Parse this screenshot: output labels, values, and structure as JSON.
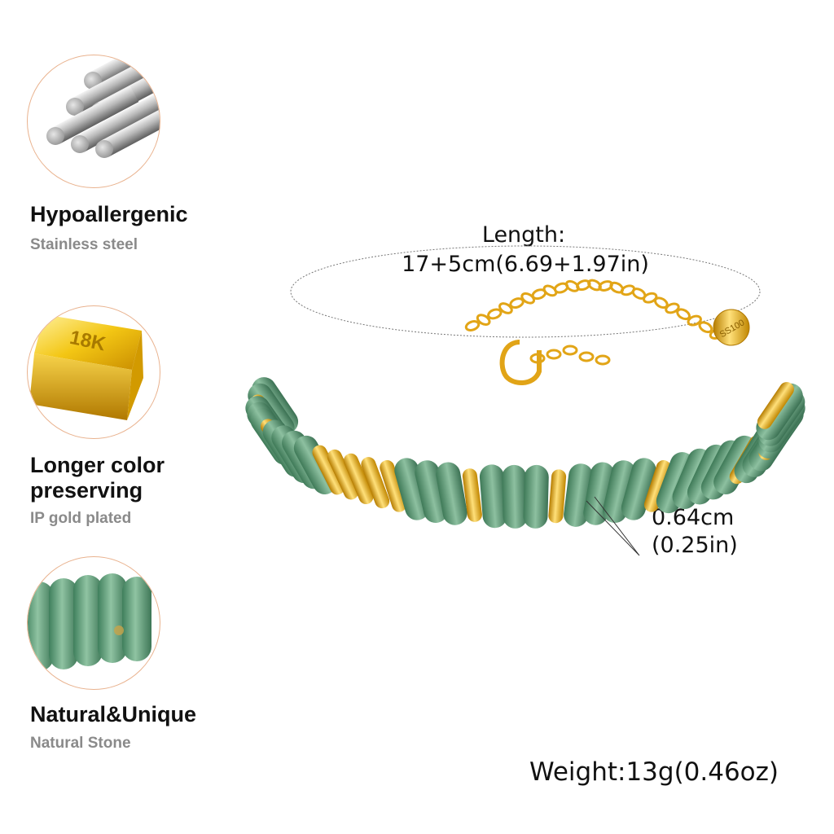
{
  "features": [
    {
      "icon": "steel-rods-icon",
      "title": "Hypoallergenic",
      "subtitle": "Stainless steel"
    },
    {
      "icon": "gold-bar-icon",
      "title": "Longer color preserving",
      "title_lines": [
        "Longer color",
        "preserving"
      ],
      "subtitle": "IP gold plated",
      "badge_text": "18K"
    },
    {
      "icon": "green-stone-beads-icon",
      "title": "Natural&Unique",
      "subtitle": "Natural Stone"
    }
  ],
  "specs": {
    "length_label": "Length:",
    "length_value": "17+5cm(6.69+1.97in)",
    "bead_cm": "0.64cm",
    "bead_in": "(0.25in)",
    "weight": "Weight:13g(0.46oz)"
  },
  "tag_text": "SS100",
  "colors": {
    "accent_circle": "#e9b28e",
    "gold": "#e8a81c",
    "stone_green": "#6fa884",
    "subtitle_gray": "#8a8a8a"
  }
}
